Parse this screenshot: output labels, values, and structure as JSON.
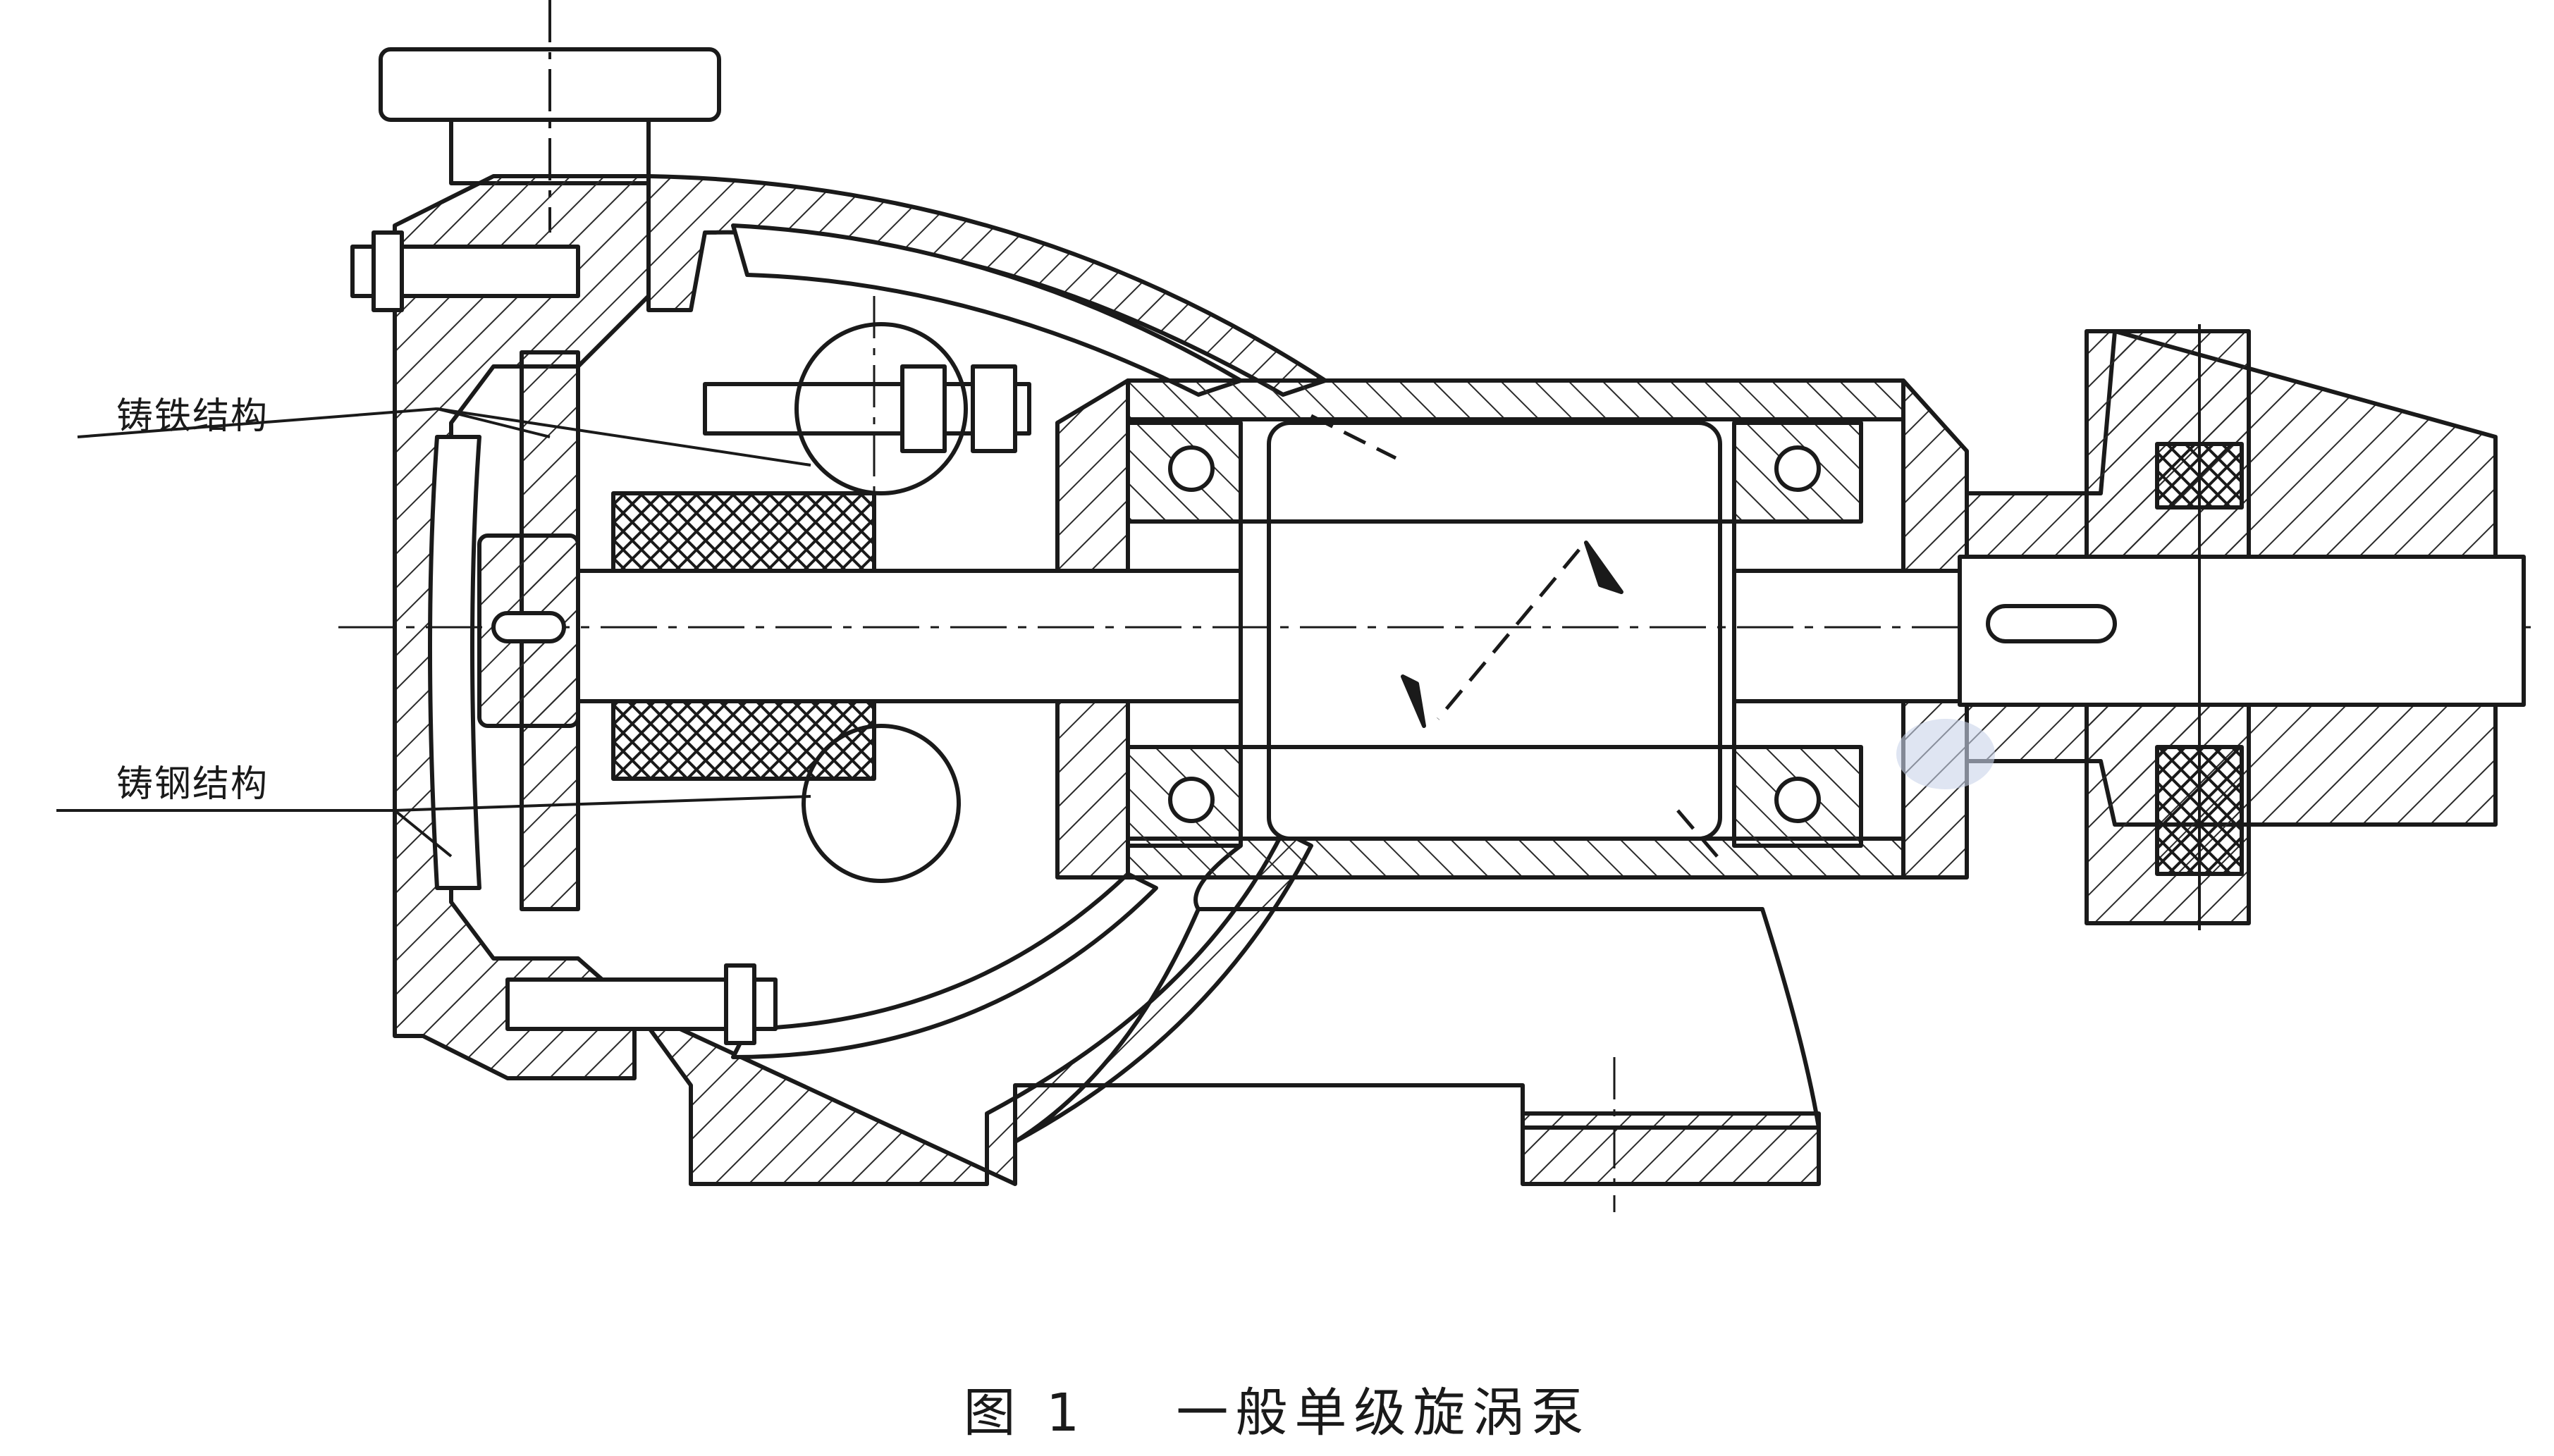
{
  "labels": {
    "cast_iron": "铸铁结构",
    "cast_steel": "铸钢结构"
  },
  "caption": {
    "number": "图 1",
    "title": "一般单级旋涡泵"
  },
  "colors": {
    "ink": "#1a1a1a",
    "background": "#ffffff",
    "hatch": "#2a2a2a",
    "watermark": "#c9d3ea"
  }
}
